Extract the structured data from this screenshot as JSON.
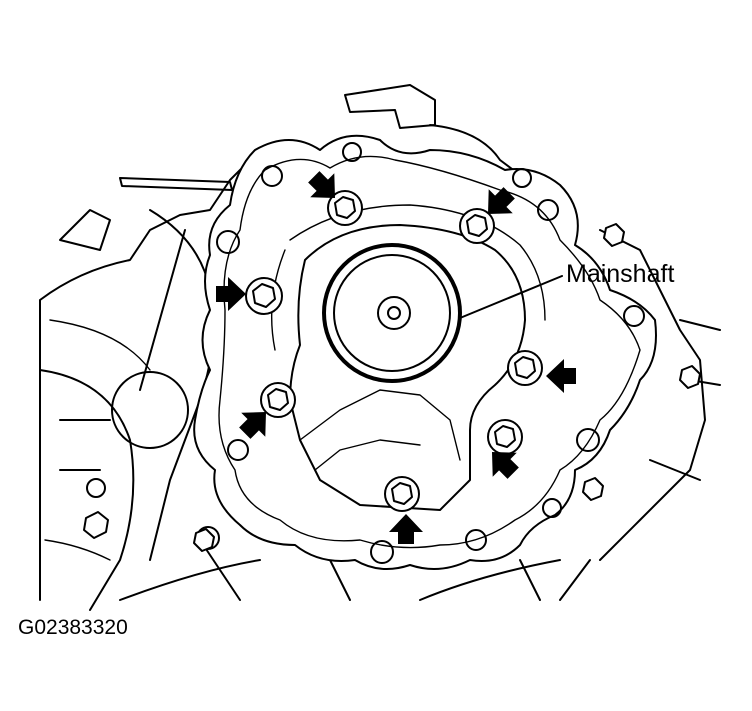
{
  "labels": {
    "mainshaft": "Mainshaft",
    "figure_code": "G02383320"
  },
  "colors": {
    "line": "#000000",
    "background": "#ffffff"
  },
  "bolts": [
    {
      "id": "bolt-top-left",
      "arrow_icon": "arrow-icon"
    },
    {
      "id": "bolt-top-right",
      "arrow_icon": "arrow-icon"
    },
    {
      "id": "bolt-left",
      "arrow_icon": "arrow-icon"
    },
    {
      "id": "bolt-right",
      "arrow_icon": "arrow-icon"
    },
    {
      "id": "bolt-lower-left",
      "arrow_icon": "arrow-icon"
    },
    {
      "id": "bolt-lower-right",
      "arrow_icon": "arrow-icon"
    },
    {
      "id": "bolt-bottom",
      "arrow_icon": "arrow-icon"
    }
  ]
}
